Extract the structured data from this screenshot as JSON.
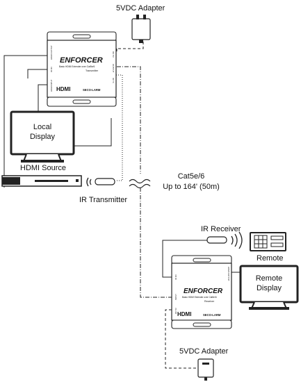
{
  "labels": {
    "top_adapter": "5VDC Adapter",
    "local_display_line1": "Local",
    "local_display_line2": "Display",
    "hdmi_source": "HDMI Source",
    "ir_transmitter": "IR Transmitter",
    "cable_line1": "Cat5e/6",
    "cable_line2": "Up to 164' (50m)",
    "ir_receiver": "IR Receiver",
    "remote": "Remote",
    "remote_display_line1": "Remote",
    "remote_display_line2": "Display",
    "bottom_adapter": "5VDC Adapter"
  },
  "transmitter": {
    "brand": "ENFORCER",
    "subtitle": "Basic HDMI Extender over Cat5e/6",
    "role": "Transmitter",
    "hdmi_logo": "HDMI",
    "maker": "SECO-LARM",
    "ports_left": [
      "HDMI OUTPUT",
      "IR RX",
      "HDMI INPUT"
    ],
    "ports_right": [
      "DC 5V",
      "OUTPUT",
      "IR TX"
    ]
  },
  "receiver": {
    "brand": "ENFORCER",
    "subtitle": "Basic HDMI Extender over Cat5e/6",
    "role": "Receiver",
    "hdmi_logo": "HDMI",
    "maker": "SECO-LARM",
    "ports_left": [
      "IR RX",
      "INPUT",
      "DC 5V"
    ],
    "ports_right": [
      "HDMI OUTPUT"
    ]
  }
}
